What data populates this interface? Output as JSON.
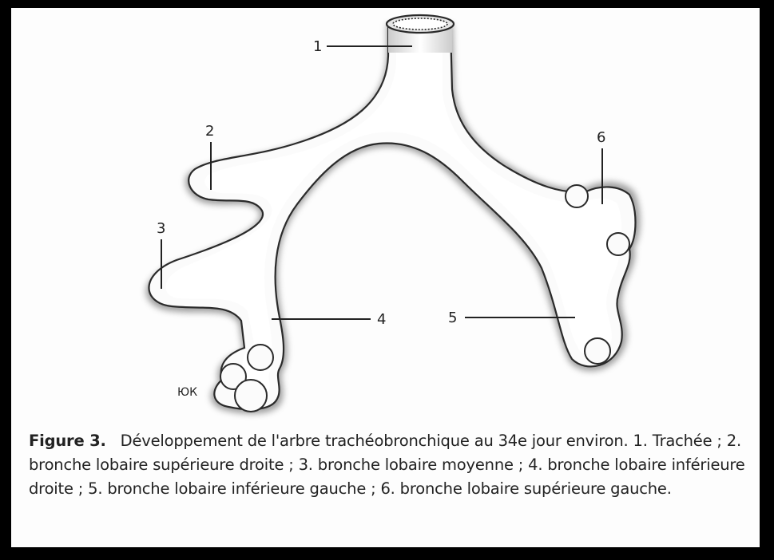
{
  "figure": {
    "labels": {
      "l1": "1",
      "l2": "2",
      "l3": "3",
      "l4": "4",
      "l5": "5",
      "l6": "6",
      "small": "ЮК"
    },
    "caption": {
      "title": "Figure 3.",
      "text": "Développement de l'arbre trachéobronchique au 34e jour environ. 1. Trachée ; 2. bronche lobaire supérieure droite ; 3. bronche lobaire moyenne ; 4. bronche lobaire inférieure droite ; 5. bronche lobaire inférieure gauche ; 6. bronche lobaire supérieure gauche."
    }
  }
}
